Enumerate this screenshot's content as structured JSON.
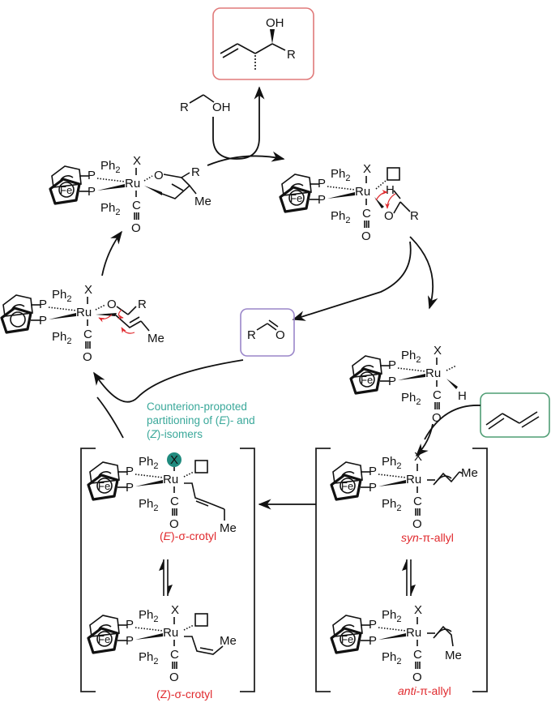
{
  "title": "Ru-catalyzed alcohol-mediated butadiene crotylation catalytic cycle",
  "colors": {
    "product_box": "#e07a7a",
    "aldehyde_box": "#9a86c9",
    "diene_box": "#4f9d74",
    "annotation_teal": "#3aa89a",
    "label_red": "#e0292d",
    "counterion_highlight": "#1f8a7e"
  },
  "product": {
    "oh": "OH",
    "r": "R"
  },
  "alcohol": {
    "r": "R",
    "oh": "OH"
  },
  "aldehyde": {
    "r": "R",
    "o": "O"
  },
  "complex_common": {
    "ph2": "Ph2",
    "p": "P",
    "ru": "Ru",
    "x": "X",
    "c": "C",
    "o": "O",
    "fe": "Fe",
    "h": "H",
    "me": "Me",
    "r": "R"
  },
  "annotation": {
    "line1": "Counterion-propoted",
    "line2_pre": "partitioning of (",
    "line2_em": "E",
    "line2_post": ")- and",
    "line3_pre": "(",
    "line3_em": "Z",
    "line3_post": ")-isomers"
  },
  "labels": {
    "e_crotyl": {
      "pre": "(",
      "em": "E",
      "post": ")-σ-crotyl"
    },
    "z_crotyl": {
      "text": "(Z)-σ-crotyl"
    },
    "syn_allyl": {
      "em": "syn",
      "post": "-π-allyl"
    },
    "anti_allyl": {
      "em": "anti",
      "post": "-π-allyl"
    }
  }
}
